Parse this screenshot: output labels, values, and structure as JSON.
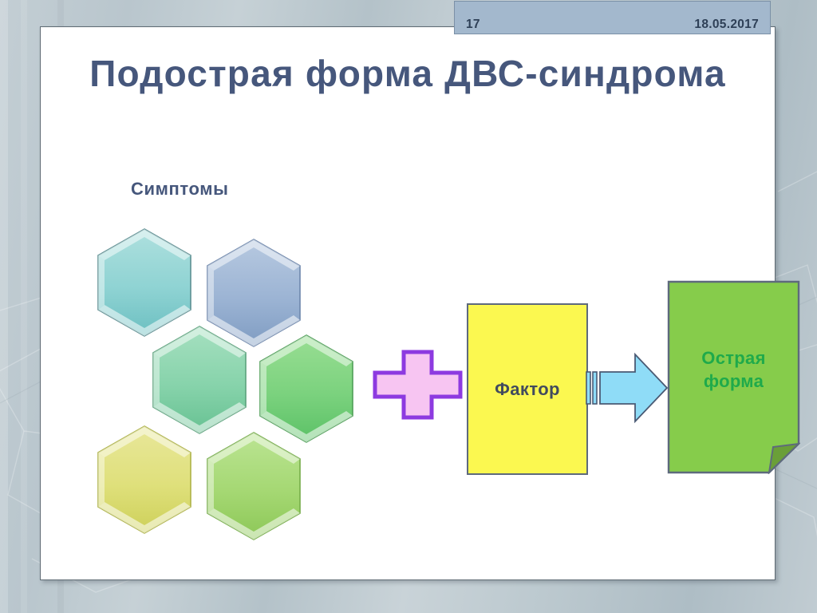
{
  "slide": {
    "header": {
      "slide_number": "17",
      "date": "18.05.2017"
    },
    "title": "Подострая форма ДВС-синдрома",
    "symptoms_label": "Симптомы",
    "factor_label": "Фактор",
    "acute_form_line1": "Острая",
    "acute_form_line2": "форма",
    "hexagons": [
      {
        "name": "hex-teal",
        "color": "#8fd3d3",
        "color_dark": "#63b6b8"
      },
      {
        "name": "hex-steel-blue",
        "color": "#9cb4d4",
        "color_dark": "#7893bb"
      },
      {
        "name": "hex-mint",
        "color": "#87d3ab",
        "color_dark": "#5fbc8c"
      },
      {
        "name": "hex-green",
        "color": "#7bd27e",
        "color_dark": "#51bd61"
      },
      {
        "name": "hex-yellow",
        "color": "#dfe07b",
        "color_dark": "#c7cb51"
      },
      {
        "name": "hex-lime",
        "color": "#a5d873",
        "color_dark": "#86c352"
      }
    ],
    "colors": {
      "title_text": "#46577c",
      "header_band": "#a3b8cd",
      "header_text": "#2e4057",
      "factor_fill": "#fbf850",
      "factor_border": "#5e6a7c",
      "factor_text": "#424b5e",
      "plus_fill": "#f7c5f2",
      "plus_border": "#8d3ae0",
      "arrow_fill": "#8fdcf7",
      "arrow_border": "#4a5a74",
      "doc_fill": "#86cc4b",
      "doc_border": "#5e6a7c",
      "doc_text": "#1faa4b",
      "slide_background": "#ffffff",
      "canvas_background": "#bcc9cf"
    }
  }
}
